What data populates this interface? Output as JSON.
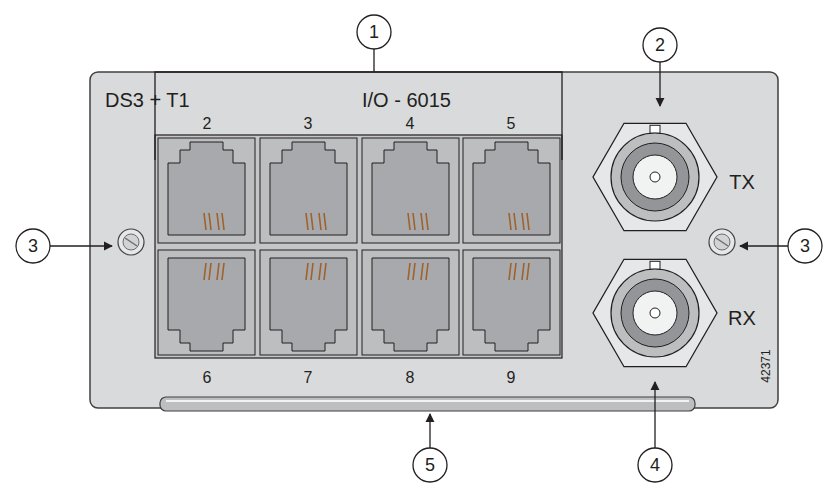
{
  "diagram": {
    "nodes": [
      {
        "text": [
          "DS3 + T1",
          "I/O - 6015"
        ]
      }
    ],
    "labels": [
      "1",
      "2",
      "2",
      "3",
      "4",
      "5",
      "TX",
      "3",
      "3",
      "RX",
      "6",
      "7",
      "8",
      "9",
      "42371",
      "5",
      "4"
    ]
  }
}
